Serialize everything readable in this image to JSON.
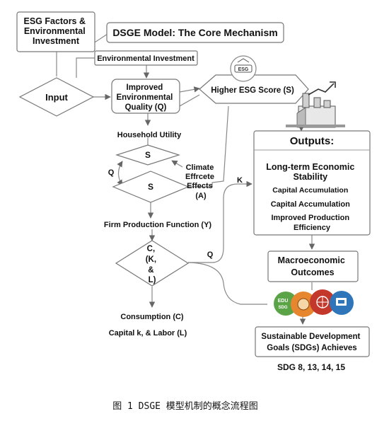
{
  "diagram": {
    "esg_factors_box": [
      "ESG Factors &",
      "Environmental",
      "Investment"
    ],
    "title": "DSGE Model: The Core Mechanism",
    "environmental_investment": "Environmental Investment",
    "input": "Input",
    "improved_quality": [
      "Improved",
      "Environmental",
      "Quality (Q)"
    ],
    "higher_esg_score": "Higher ESG Score (S)",
    "esg_icon_text": "ESG",
    "household_utility": "Household Utility",
    "s_upper": "S",
    "s_lower": "S",
    "q_label": "Q",
    "climate_effects": [
      "Climate",
      "Effrcete",
      "Effects",
      "(A)"
    ],
    "k_label": "K",
    "outputs_title": "Outputs:",
    "outputs_items": [
      "Long-term Economic",
      "Stability",
      "Capital Accumulation",
      "Capital Accumulation",
      "Improved Production",
      "Efficiency"
    ],
    "firm_production": "Firm Production Function (Y)",
    "ckl": [
      "C,",
      "(K,",
      "&",
      "L)"
    ],
    "q_lower_label": "Q",
    "macro_outcomes": [
      "Macroeconomic",
      "Outcomes"
    ],
    "sdg_icons": [
      "EDU",
      "SDG"
    ],
    "consumption": "Consumption (C)",
    "capital_labor": "Capital k, & Labor (L)",
    "sdgs_box": [
      "Sustainable Development",
      "Goals (SDGs) Achieves"
    ],
    "sdg_numbers": "SDG 8, 13, 14, 15",
    "colors": {
      "sdg_green": "#5aa447",
      "sdg_orange": "#e6862e",
      "sdg_red": "#c3382b",
      "sdg_blue": "#2e76b9"
    }
  },
  "caption": "图 1 DSGE 模型机制的概念流程图"
}
